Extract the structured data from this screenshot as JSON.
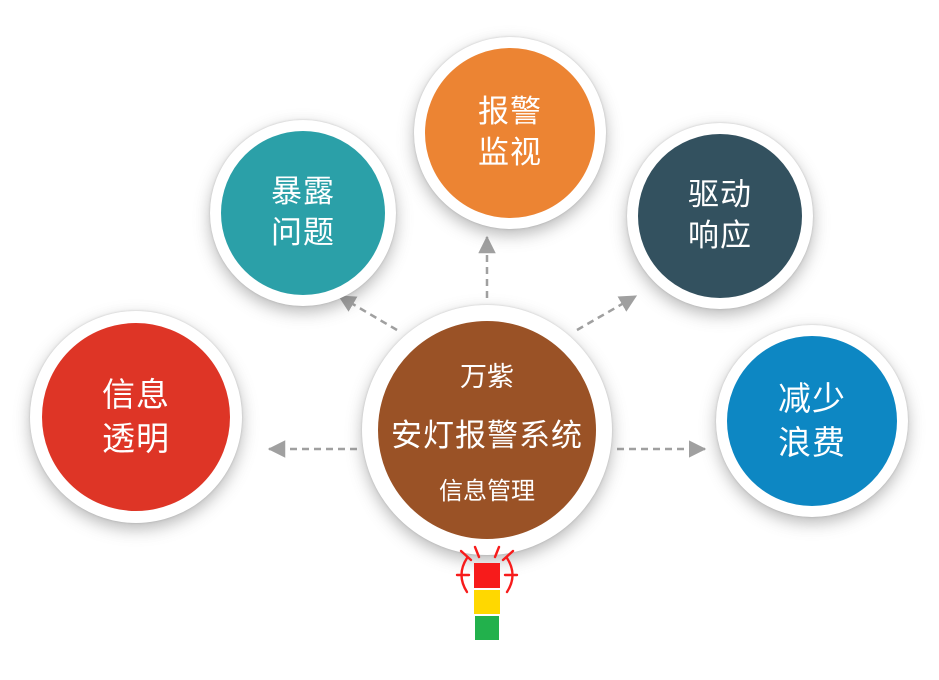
{
  "canvas": {
    "background": "#FFFFFF"
  },
  "center_node": {
    "line1": "万紫",
    "line2": "安灯报警系统",
    "line3": "信息管理",
    "color": "#9A5226"
  },
  "nodes": {
    "expose_problems": {
      "label": "暴露\n问题",
      "color": "#2BA0A8"
    },
    "alarm_monitoring": {
      "label": "报警\n监视",
      "color": "#EC8433"
    },
    "drive_response": {
      "label": "驱动\n响应",
      "color": "#33515F"
    },
    "info_transparency": {
      "label": "信息\n透明",
      "color": "#DE3526"
    },
    "reduce_waste": {
      "label": "减少\n浪费",
      "color": "#0D87C3"
    }
  },
  "arrows": {
    "color": "#A0A0A0"
  },
  "andon_light": {
    "red": "#F71B1B",
    "yellow": "#FFD800",
    "green": "#22B14C",
    "rays_color": "#F71B1B"
  }
}
